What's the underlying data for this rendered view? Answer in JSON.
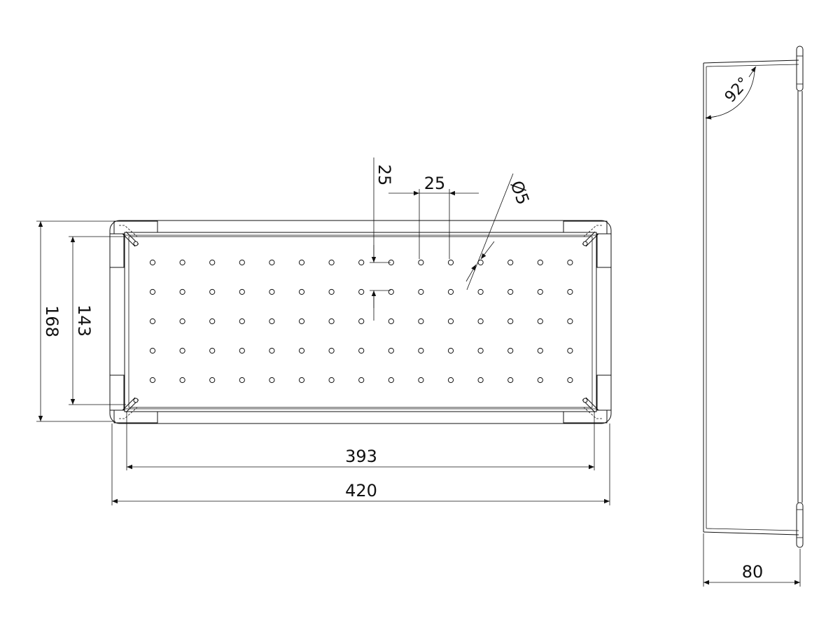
{
  "dimensions": {
    "total_width": "420",
    "inner_width": "393",
    "total_height": "168",
    "inner_height": "143",
    "hole_spacing_vertical": "25",
    "hole_spacing_horizontal": "25",
    "hole_diameter": "Ø5",
    "side_angle": "92°",
    "side_depth": "80"
  },
  "hole_grid": {
    "rows": 5,
    "columns": 15
  },
  "colors": {
    "line": "#111111",
    "background": "#ffffff"
  }
}
